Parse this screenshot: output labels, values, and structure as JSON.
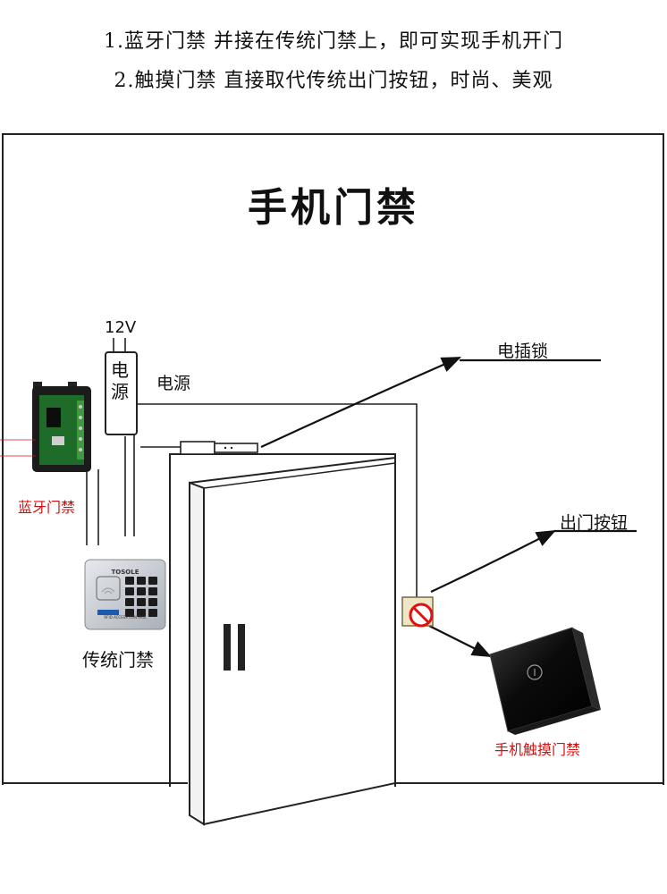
{
  "intro": {
    "line1": "1.蓝牙门禁 并接在传统门禁上，即可实现手机开门",
    "line2": "2.触摸门禁 直接取代传统出门按钮，时尚、美观"
  },
  "diagram": {
    "title": "手机门禁",
    "voltage": "12V",
    "psu_box_text": "电源",
    "psu_label": "电源",
    "lock_label": "电插锁",
    "exit_button_label": "出门按钮",
    "bluetooth_label": "蓝牙门禁",
    "traditional_label": "传统门禁",
    "touch_label": "手机触摸门禁",
    "keypad_brand": "TOSOLE",
    "keypad_footer": "RFID ACCESS CONTROL"
  },
  "colors": {
    "caption_red": "#d01010",
    "line": "#222222",
    "keypad_silver": "#c9cdd3",
    "touch_glass": "#101010",
    "pcb_green": "#1f6b2a"
  }
}
